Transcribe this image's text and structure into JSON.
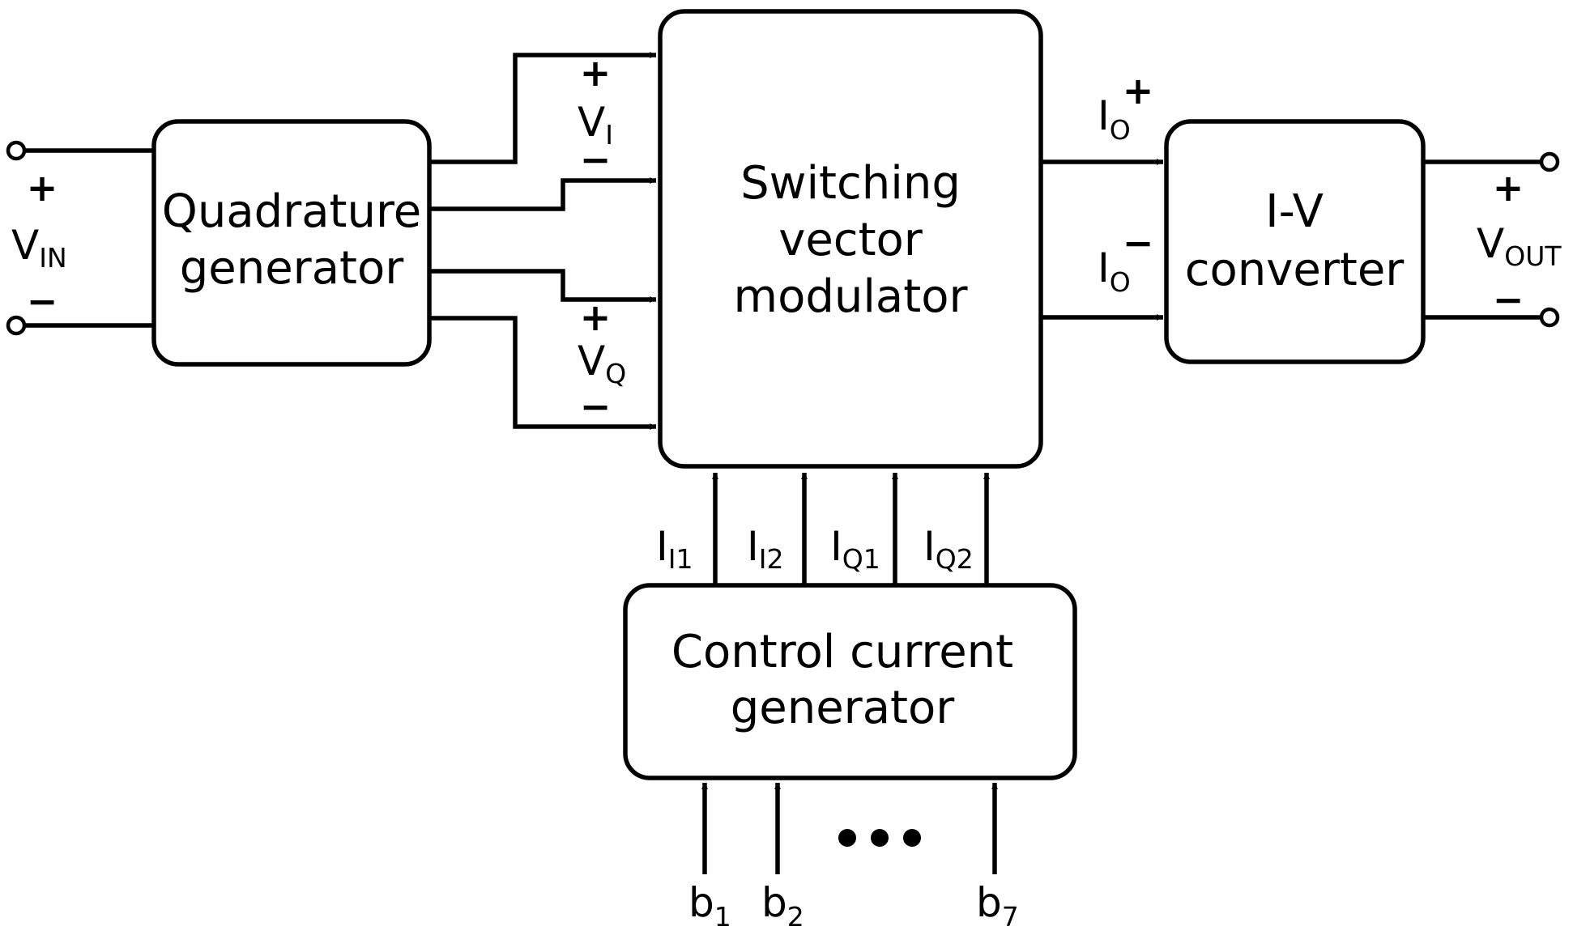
{
  "blocks": {
    "quadrature": {
      "line1": "Quadrature",
      "line2": "generator"
    },
    "svm": {
      "line1": "Switching",
      "line2": "vector",
      "line3": "modulator"
    },
    "iv": {
      "line1": "I-V",
      "line2": "converter"
    },
    "ccg": {
      "line1": "Control current",
      "line2": "generator"
    }
  },
  "signals": {
    "vin": {
      "main": "V",
      "sub": "IN",
      "plus": "+",
      "minus": "−"
    },
    "vi": {
      "main": "V",
      "sub": "I",
      "plus": "+",
      "minus": "−"
    },
    "vq": {
      "main": "V",
      "sub": "Q",
      "plus": "+",
      "minus": "−"
    },
    "io_plus": {
      "main": "I",
      "sub": "O",
      "sup": "+"
    },
    "io_minus": {
      "main": "I",
      "sub": "O",
      "sup": "−"
    },
    "vout": {
      "main": "V",
      "sub": "OUT",
      "plus": "+",
      "minus": "−"
    },
    "ii1": {
      "main": "I",
      "sub": "I1"
    },
    "ii2": {
      "main": "I",
      "sub": "I2"
    },
    "iq1": {
      "main": "I",
      "sub": "Q1"
    },
    "iq2": {
      "main": "I",
      "sub": "Q2"
    }
  },
  "bits": [
    {
      "main": "b",
      "sub": "1"
    },
    {
      "main": "b",
      "sub": "2"
    },
    {
      "main": "b",
      "sub": "7"
    }
  ]
}
